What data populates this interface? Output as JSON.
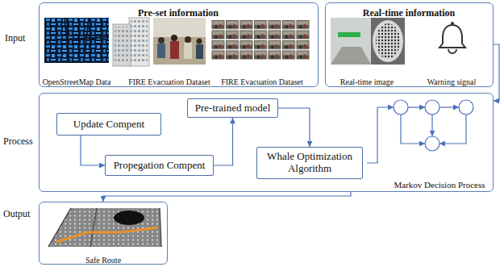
{
  "diagram": {
    "nodes": [
      {
        "text": [
          "Pre-set information",
          "OpenStreetMap Data",
          "FIRE Evacuation Dataset",
          "FIRE Evacuation Dataset"
        ]
      },
      {
        "text": [
          "Real-time information",
          "Real-time image",
          "Warning signal"
        ]
      },
      {
        "text": [
          "Markov Decision Process"
        ]
      },
      {
        "text": [
          "Update Compent"
        ],
        "in": 2
      },
      {
        "text": [
          "Propegation Compent"
        ],
        "in": 2
      },
      {
        "text": [
          "Pre-trained model"
        ],
        "in": 2
      },
      {
        "text": [
          "Whale Optimization Algorithm"
        ],
        "in": 2
      },
      {
        "text": [
          "Safe Route"
        ]
      }
    ],
    "edges": [
      {
        "from": 3,
        "to": 4,
        "arrow": "to"
      },
      {
        "from": 4,
        "to": 5,
        "arrow": "to"
      },
      {
        "from": 5,
        "to": 6,
        "arrow": "to"
      },
      {
        "from": 1,
        "to": 2,
        "arrow": "to"
      },
      {
        "from": 2,
        "to": 7,
        "arrow": "to"
      }
    ],
    "labels": [
      "Input",
      "Process",
      "Output"
    ]
  }
}
